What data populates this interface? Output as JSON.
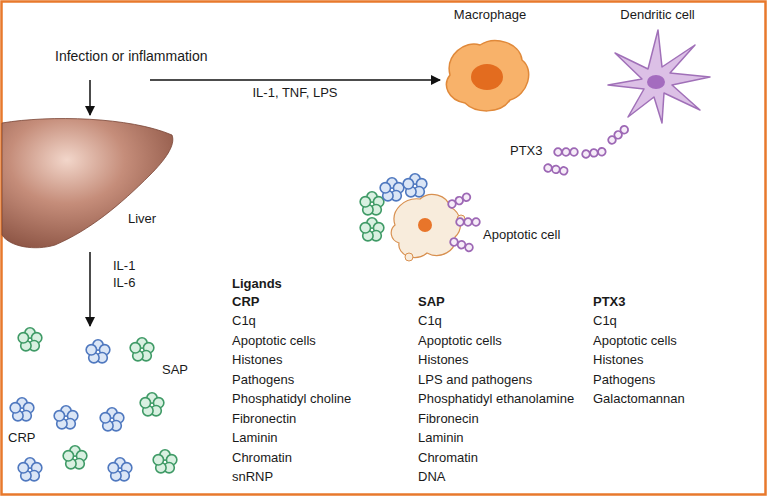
{
  "diagram": {
    "nodes": [
      {
        "text": [
          "Infection or inflammation"
        ]
      },
      {
        "text": [
          "Macrophage"
        ]
      },
      {
        "text": [
          "Dendritic cell"
        ]
      },
      {
        "text": [
          "Liver"
        ]
      },
      {
        "text": [
          "Apoptotic cell"
        ]
      }
    ],
    "edges": [
      {
        "from": 0,
        "to": 3,
        "arrow": "to"
      },
      {
        "from": 0,
        "to": 1,
        "label": "IL-1, TNF, LPS",
        "arrow": "to"
      }
    ],
    "labels": [
      "PTX3",
      "IL-1",
      "IL-6",
      "SAP",
      "CRP",
      "Ligands",
      "CRP",
      "C1q",
      "Apoptotic cells",
      "Histones",
      "Pathogens",
      "Phosphatidyl choline",
      "Fibronectin",
      "Laminin",
      "Chromatin",
      "snRNP",
      "SAP",
      "C1q",
      "Apoptotic cells",
      "Histones",
      "LPS and pathogens",
      "Phosphatidyl ethanolamine",
      "Fibronecin",
      "Laminin",
      "Chromatin",
      "DNA",
      "PTX3",
      "C1q",
      "Apoptotic cells",
      "Histones",
      "Pathogens",
      "Galactomannan"
    ]
  }
}
